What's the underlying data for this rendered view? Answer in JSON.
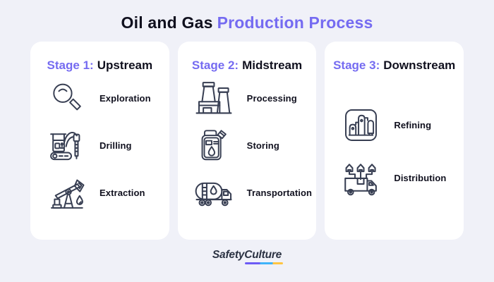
{
  "colors": {
    "background": "#F0F1F8",
    "card": "#FFFFFF",
    "accent_purple": "#756BF1",
    "title_dark": "#10101E",
    "icon_stroke": "#373E52",
    "logo_navy": "#2B3243",
    "underline_segments": [
      "#6C5BF5",
      "#3FB3F9",
      "#FFC542"
    ]
  },
  "title": {
    "prefix": "Oil and Gas",
    "highlight": "Production Process"
  },
  "stages": [
    {
      "label": "Stage 1:",
      "name": "Upstream",
      "items": [
        {
          "icon": "magnifier-icon",
          "label": "Exploration"
        },
        {
          "icon": "drill-rig-icon",
          "label": "Drilling"
        },
        {
          "icon": "pumpjack-icon",
          "label": "Extraction"
        }
      ]
    },
    {
      "label": "Stage 2:",
      "name": "Midstream",
      "items": [
        {
          "icon": "factory-icon",
          "label": "Processing"
        },
        {
          "icon": "jerrycan-icon",
          "label": "Storing"
        },
        {
          "icon": "tanker-truck-icon",
          "label": "Transportation"
        }
      ]
    },
    {
      "label": "Stage 3:",
      "name": "Downstream",
      "items": [
        {
          "icon": "refinery-icon",
          "label": "Refining"
        },
        {
          "icon": "distribution-truck-icon",
          "label": "Distribution"
        }
      ]
    }
  ],
  "footer": {
    "brand_first": "Safety",
    "brand_second": "Culture"
  }
}
